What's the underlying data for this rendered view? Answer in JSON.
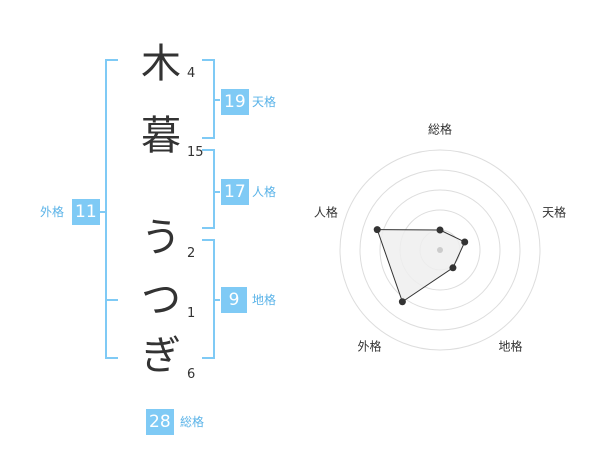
{
  "name": {
    "characters": [
      {
        "char": "木",
        "strokes": "4"
      },
      {
        "char": "暮",
        "strokes": "15"
      },
      {
        "char": "う",
        "strokes": "2"
      },
      {
        "char": "つ",
        "strokes": "1"
      },
      {
        "char": "ぎ",
        "strokes": "6"
      }
    ]
  },
  "fortune": {
    "tenkaku": {
      "value": "19",
      "label": "天格"
    },
    "jinkaku": {
      "value": "17",
      "label": "人格"
    },
    "chikaku": {
      "value": "9",
      "label": "地格"
    },
    "gaikaku": {
      "value": "11",
      "label": "外格"
    },
    "soukaku": {
      "value": "28",
      "label": "総格"
    }
  },
  "colors": {
    "accent": "#7fcaf5",
    "label_text": "#5ab3e8",
    "bracket": "#7fcaf5",
    "radar_fill": "#eeeeee",
    "radar_grid": "#dddddd",
    "radar_line": "#333333"
  },
  "chart_data": {
    "type": "radar",
    "axes": [
      "総格",
      "天格",
      "地格",
      "外格",
      "人格"
    ],
    "values": [
      1.0,
      1.3,
      1.1,
      3.2,
      3.3
    ],
    "rmax": 5,
    "rings": 5
  }
}
